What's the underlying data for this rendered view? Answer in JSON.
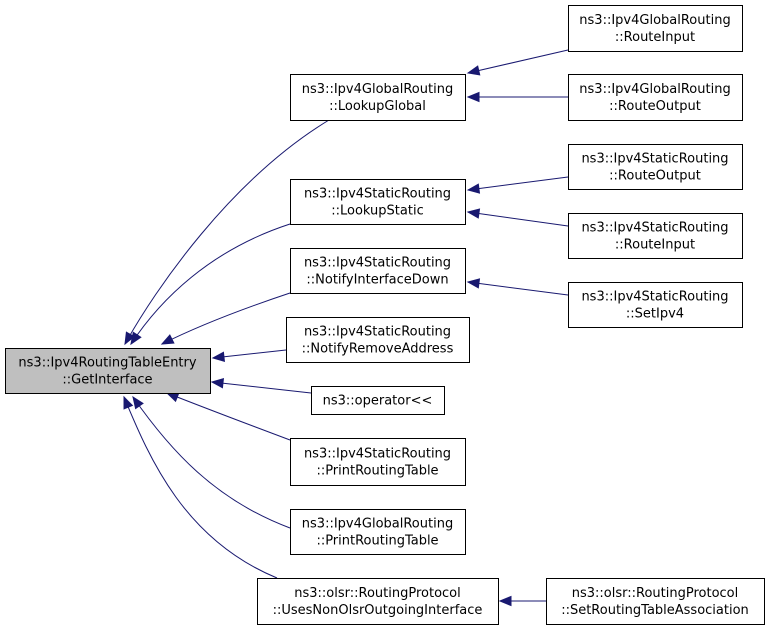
{
  "graph": {
    "colors": {
      "edge": "#191970",
      "root_fill": "#bfbfbf",
      "node_fill": "#ffffff",
      "node_stroke": "#000000"
    },
    "nodes": [
      {
        "id": "root",
        "lines": [
          "ns3::Ipv4RoutingTableEntry",
          "::GetInterface"
        ],
        "root": true
      },
      {
        "id": "lookup-global",
        "lines": [
          "ns3::Ipv4GlobalRouting",
          "::LookupGlobal"
        ]
      },
      {
        "id": "lookup-static",
        "lines": [
          "ns3::Ipv4StaticRouting",
          "::LookupStatic"
        ]
      },
      {
        "id": "notify-interface-down",
        "lines": [
          "ns3::Ipv4StaticRouting",
          "::NotifyInterfaceDown"
        ]
      },
      {
        "id": "notify-remove-address",
        "lines": [
          "ns3::Ipv4StaticRouting",
          "::NotifyRemoveAddress"
        ]
      },
      {
        "id": "operator-shift",
        "lines": [
          "ns3::operator<<"
        ]
      },
      {
        "id": "static-print-routing-table",
        "lines": [
          "ns3::Ipv4StaticRouting",
          "::PrintRoutingTable"
        ]
      },
      {
        "id": "global-print-routing-table",
        "lines": [
          "ns3::Ipv4GlobalRouting",
          "::PrintRoutingTable"
        ]
      },
      {
        "id": "uses-non-olsr",
        "lines": [
          "ns3::olsr::RoutingProtocol",
          "::UsesNonOlsrOutgoingInterface"
        ]
      },
      {
        "id": "global-route-input",
        "lines": [
          "ns3::Ipv4GlobalRouting",
          "::RouteInput"
        ]
      },
      {
        "id": "global-route-output",
        "lines": [
          "ns3::Ipv4GlobalRouting",
          "::RouteOutput"
        ]
      },
      {
        "id": "static-route-output",
        "lines": [
          "ns3::Ipv4StaticRouting",
          "::RouteOutput"
        ]
      },
      {
        "id": "static-route-input",
        "lines": [
          "ns3::Ipv4StaticRouting",
          "::RouteInput"
        ]
      },
      {
        "id": "static-set-ipv4",
        "lines": [
          "ns3::Ipv4StaticRouting",
          "::SetIpv4"
        ]
      },
      {
        "id": "set-routing-table-association",
        "lines": [
          "ns3::olsr::RoutingProtocol",
          "::SetRoutingTableAssociation"
        ]
      }
    ],
    "edges": [
      {
        "from": "lookup-global",
        "to": "root"
      },
      {
        "from": "lookup-static",
        "to": "root"
      },
      {
        "from": "notify-interface-down",
        "to": "root"
      },
      {
        "from": "notify-remove-address",
        "to": "root"
      },
      {
        "from": "operator-shift",
        "to": "root"
      },
      {
        "from": "static-print-routing-table",
        "to": "root"
      },
      {
        "from": "global-print-routing-table",
        "to": "root"
      },
      {
        "from": "uses-non-olsr",
        "to": "root"
      },
      {
        "from": "global-route-input",
        "to": "lookup-global"
      },
      {
        "from": "global-route-output",
        "to": "lookup-global"
      },
      {
        "from": "static-route-output",
        "to": "lookup-static"
      },
      {
        "from": "static-route-input",
        "to": "lookup-static"
      },
      {
        "from": "static-set-ipv4",
        "to": "notify-interface-down"
      },
      {
        "from": "set-routing-table-association",
        "to": "uses-non-olsr"
      }
    ]
  }
}
